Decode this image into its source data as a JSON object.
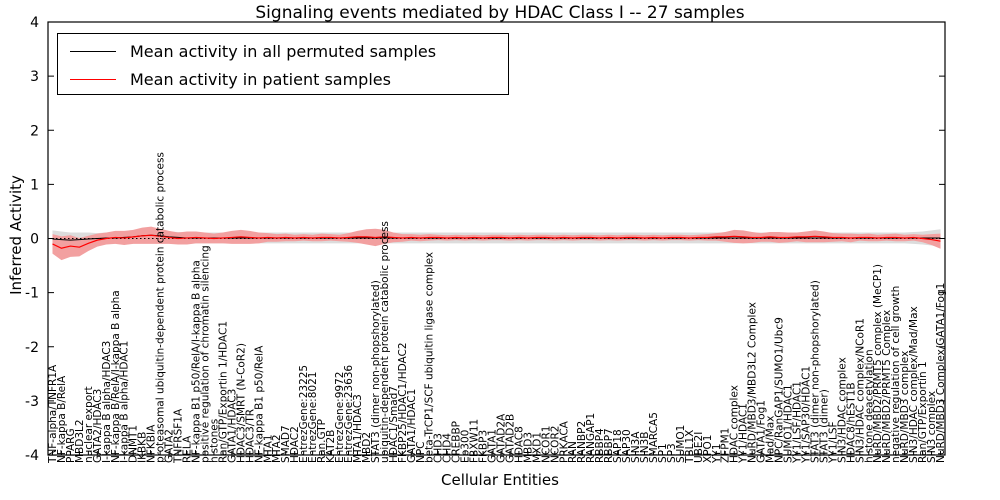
{
  "figure": {
    "title": "Signaling events mediated by HDAC Class I -- 27 samples",
    "xlabel": "Cellular Entities",
    "ylabel": "Inferred Activity"
  },
  "legend": {
    "position": "upper left",
    "entries": [
      {
        "label": "Mean activity in all permuted samples",
        "color": "#000000"
      },
      {
        "label": "Mean activity in patient samples",
        "color": "#ff0000"
      }
    ]
  },
  "chart_data": {
    "type": "line",
    "title": "Signaling events mediated by HDAC Class I -- 27 samples",
    "xlabel": "Cellular Entities",
    "ylabel": "Inferred Activity",
    "ylim": [
      -4,
      4
    ],
    "yticks": [
      4,
      3,
      2,
      1,
      0,
      -1,
      -2,
      -3,
      -4
    ],
    "grid": false,
    "legend_position": "upper left",
    "x_tick_rotation": 90,
    "colors": {
      "permuted_line": "#000000",
      "permuted_band": "#dcdcdc",
      "patient_line": "#ff0000",
      "patient_band": "#f2a0a0",
      "zero_line": "#000000"
    },
    "labels": [
      "TNF-alpha/TNFR1A",
      "NF-kappa B/RelA",
      "PPARG",
      "MBD3L2",
      "nuclear export",
      "GATA2/HDAC3",
      "I-kappa B alpha/HDAC3",
      "NF-kappa B/RelA/I-kappa B alpha",
      "I-kappa B alpha/HDAC1",
      "DNMT1",
      "IKBKB",
      "NFKBIA",
      "proteasomal ubiquitin-dependent protein catabolic process",
      "GATA2",
      "TNFRSF1A",
      "RELA",
      "NF-kappa B1 p50/RelA/I-kappa B alpha",
      "positive regulation of chromatin silencing",
      "histones",
      "Ran/GTP/Exportin 1/HDAC1",
      "GATA1/HDAC3",
      "HDAC3/SMRT (N-CoR2)",
      "HDAC3/TR",
      "NF-kappa B1 p50/RelA",
      "MTA1",
      "MTA2",
      "SMAD7",
      "HDAC2",
      "EntrezGene:23225",
      "EntrezGene:8021",
      "Ran.GTP",
      "KAT2B",
      "EntrezGene:9972",
      "EntrezGene:23636",
      "MTA1/HDAC3",
      "MBD2",
      "STAT3 (dimer non-phopshorylated)",
      "ubiquitin-dependent protein catabolic process",
      "HDAC1/Smad7",
      "FKBP25/HDAC1/HDAC2",
      "GATA1/HDAC1",
      "NPC",
      "beta-TrCP1/SCF ubiquitin ligase complex",
      "CHD3",
      "CHD4",
      "CREBBP",
      "Ep300",
      "FBXW11",
      "FKBP3",
      "GATA1",
      "GATAD2A",
      "GATAD2B",
      "HDAC8",
      "MBD3",
      "MXD1",
      "NCOR1",
      "NCOR2",
      "PRKACA",
      "RAN",
      "RANBP2",
      "RANGAP1",
      "RBBP4",
      "RBBP7",
      "SAP18",
      "SAP30",
      "SIN3A",
      "SIN3B",
      "SMARCA5",
      "SP1",
      "SP3",
      "SUMO1",
      "TBL1X",
      "UBE2I",
      "XPO1",
      "YY1",
      "ZFPM1",
      "HDAC complex",
      "YY1/HDAC1",
      "NuRD/MBD3/MBD3L2 Complex",
      "GATA1/Fog1",
      "Mad/Max",
      "NPC/RanGAP1/SUMO1/Ubc9",
      "SUMO1/HDAC1",
      "YY1/LSF/HDAC1",
      "YY1/SAP30/HDAC1",
      "STAT3 (dimer non-phopshorylated)",
      "STAT3 (dimer)",
      "YY1/LSF",
      "SIN3/HDAC complex",
      "HDAC8/hEST1B",
      "SIN3/HDAC complex/NCoR1",
      "histone deacetylation",
      "NuRD/MBD2/PRMT5 complex (MeCP1)",
      "NuRD/MBD2/PRMT5 Complex",
      "negative regulation of cell growth",
      "NuRD/MBD3 complex",
      "SIN3/HDAC complex/Mad/Max",
      "Ran/GTP/Exportin 1",
      "SIN3 complex",
      "NuRD/MBD3 Complex/GATA1/Fog1"
    ],
    "series": [
      {
        "name": "Mean activity in all permuted samples",
        "values": [
          -0.01,
          -0.02,
          -0.03,
          -0.02,
          -0.01,
          0.0,
          0.01,
          0.01,
          0.02,
          0.03,
          0.05,
          0.06,
          0.05,
          0.03,
          0.02,
          0.01,
          0.01,
          0.01,
          0.01,
          0.01,
          0.01,
          0.01,
          0.01,
          0.01,
          0.01,
          0.01,
          0.01,
          0.01,
          0.01,
          0.01,
          0.01,
          0.01,
          0.01,
          0.01,
          0.01,
          0.01,
          0.01,
          0.01,
          0.01,
          0.01,
          0.01,
          0.01,
          0.01,
          0.01,
          0.01,
          0.01,
          0.01,
          0.01,
          0.01,
          0.01,
          0.01,
          0.01,
          0.01,
          0.01,
          0.01,
          0.01,
          0.01,
          0.01,
          0.01,
          0.01,
          0.01,
          0.01,
          0.01,
          0.01,
          0.01,
          0.01,
          0.01,
          0.01,
          0.01,
          0.01,
          0.01,
          0.01,
          0.01,
          0.01,
          0.01,
          0.01,
          0.01,
          0.01,
          0.01,
          0.01,
          0.01,
          0.01,
          0.01,
          0.01,
          0.01,
          0.01,
          0.01,
          0.01,
          0.01,
          0.01,
          0.01,
          0.01,
          0.01,
          0.01,
          0.01,
          0.01,
          0.01,
          0.01,
          0.01,
          0.01
        ],
        "band_half_width": [
          0.16,
          0.15,
          0.14,
          0.13,
          0.12,
          0.1,
          0.1,
          0.1,
          0.1,
          0.1,
          0.1,
          0.1,
          0.1,
          0.1,
          0.1,
          0.1,
          0.1,
          0.1,
          0.1,
          0.1,
          0.1,
          0.1,
          0.1,
          0.1,
          0.1,
          0.1,
          0.1,
          0.1,
          0.1,
          0.1,
          0.1,
          0.1,
          0.1,
          0.1,
          0.1,
          0.1,
          0.1,
          0.1,
          0.1,
          0.1,
          0.1,
          0.1,
          0.1,
          0.1,
          0.1,
          0.1,
          0.1,
          0.1,
          0.1,
          0.1,
          0.1,
          0.1,
          0.1,
          0.1,
          0.1,
          0.1,
          0.1,
          0.1,
          0.1,
          0.1,
          0.1,
          0.1,
          0.1,
          0.1,
          0.1,
          0.1,
          0.1,
          0.1,
          0.1,
          0.1,
          0.1,
          0.1,
          0.1,
          0.1,
          0.1,
          0.1,
          0.1,
          0.1,
          0.1,
          0.1,
          0.1,
          0.1,
          0.1,
          0.1,
          0.1,
          0.1,
          0.1,
          0.1,
          0.1,
          0.1,
          0.1,
          0.1,
          0.1,
          0.1,
          0.1,
          0.1,
          0.11,
          0.12,
          0.14,
          0.16
        ]
      },
      {
        "name": "Mean activity in patient samples",
        "values": [
          -0.1,
          -0.18,
          -0.14,
          -0.16,
          -0.09,
          -0.03,
          0.0,
          0.02,
          0.01,
          0.03,
          0.05,
          0.06,
          0.04,
          0.02,
          0.0,
          0.01,
          0.02,
          0.01,
          0.0,
          0.01,
          0.02,
          0.03,
          0.02,
          0.01,
          0.02,
          0.01,
          0.02,
          0.01,
          0.02,
          0.01,
          0.02,
          0.02,
          0.01,
          0.02,
          0.03,
          0.03,
          0.02,
          0.03,
          0.02,
          0.01,
          0.02,
          0.01,
          0.02,
          0.02,
          0.01,
          0.02,
          0.01,
          0.02,
          0.01,
          0.02,
          0.02,
          0.01,
          0.02,
          0.01,
          0.02,
          0.02,
          0.01,
          0.02,
          0.01,
          0.02,
          0.02,
          0.01,
          0.02,
          0.01,
          0.02,
          0.02,
          0.01,
          0.02,
          0.01,
          0.02,
          0.02,
          0.01,
          0.02,
          0.02,
          0.03,
          0.03,
          0.04,
          0.03,
          0.02,
          0.02,
          0.03,
          0.02,
          0.02,
          0.03,
          0.03,
          0.04,
          0.03,
          0.02,
          0.02,
          0.01,
          0.02,
          0.02,
          0.01,
          0.02,
          0.02,
          0.01,
          0.02,
          0.0,
          -0.02,
          -0.05
        ],
        "band_half_width": [
          0.18,
          0.22,
          0.2,
          0.17,
          0.14,
          0.12,
          0.11,
          0.12,
          0.13,
          0.13,
          0.15,
          0.16,
          0.14,
          0.12,
          0.11,
          0.12,
          0.11,
          0.1,
          0.09,
          0.1,
          0.12,
          0.13,
          0.12,
          0.1,
          0.08,
          0.07,
          0.07,
          0.06,
          0.06,
          0.06,
          0.07,
          0.06,
          0.06,
          0.08,
          0.11,
          0.14,
          0.16,
          0.13,
          0.09,
          0.07,
          0.06,
          0.06,
          0.06,
          0.05,
          0.05,
          0.05,
          0.05,
          0.05,
          0.05,
          0.05,
          0.05,
          0.05,
          0.05,
          0.05,
          0.05,
          0.05,
          0.05,
          0.05,
          0.05,
          0.05,
          0.05,
          0.05,
          0.05,
          0.05,
          0.05,
          0.05,
          0.05,
          0.05,
          0.05,
          0.05,
          0.05,
          0.05,
          0.05,
          0.06,
          0.07,
          0.09,
          0.12,
          0.12,
          0.1,
          0.08,
          0.09,
          0.1,
          0.09,
          0.08,
          0.1,
          0.11,
          0.1,
          0.08,
          0.07,
          0.08,
          0.06,
          0.07,
          0.06,
          0.06,
          0.07,
          0.06,
          0.06,
          0.07,
          0.1,
          0.14
        ]
      }
    ]
  }
}
